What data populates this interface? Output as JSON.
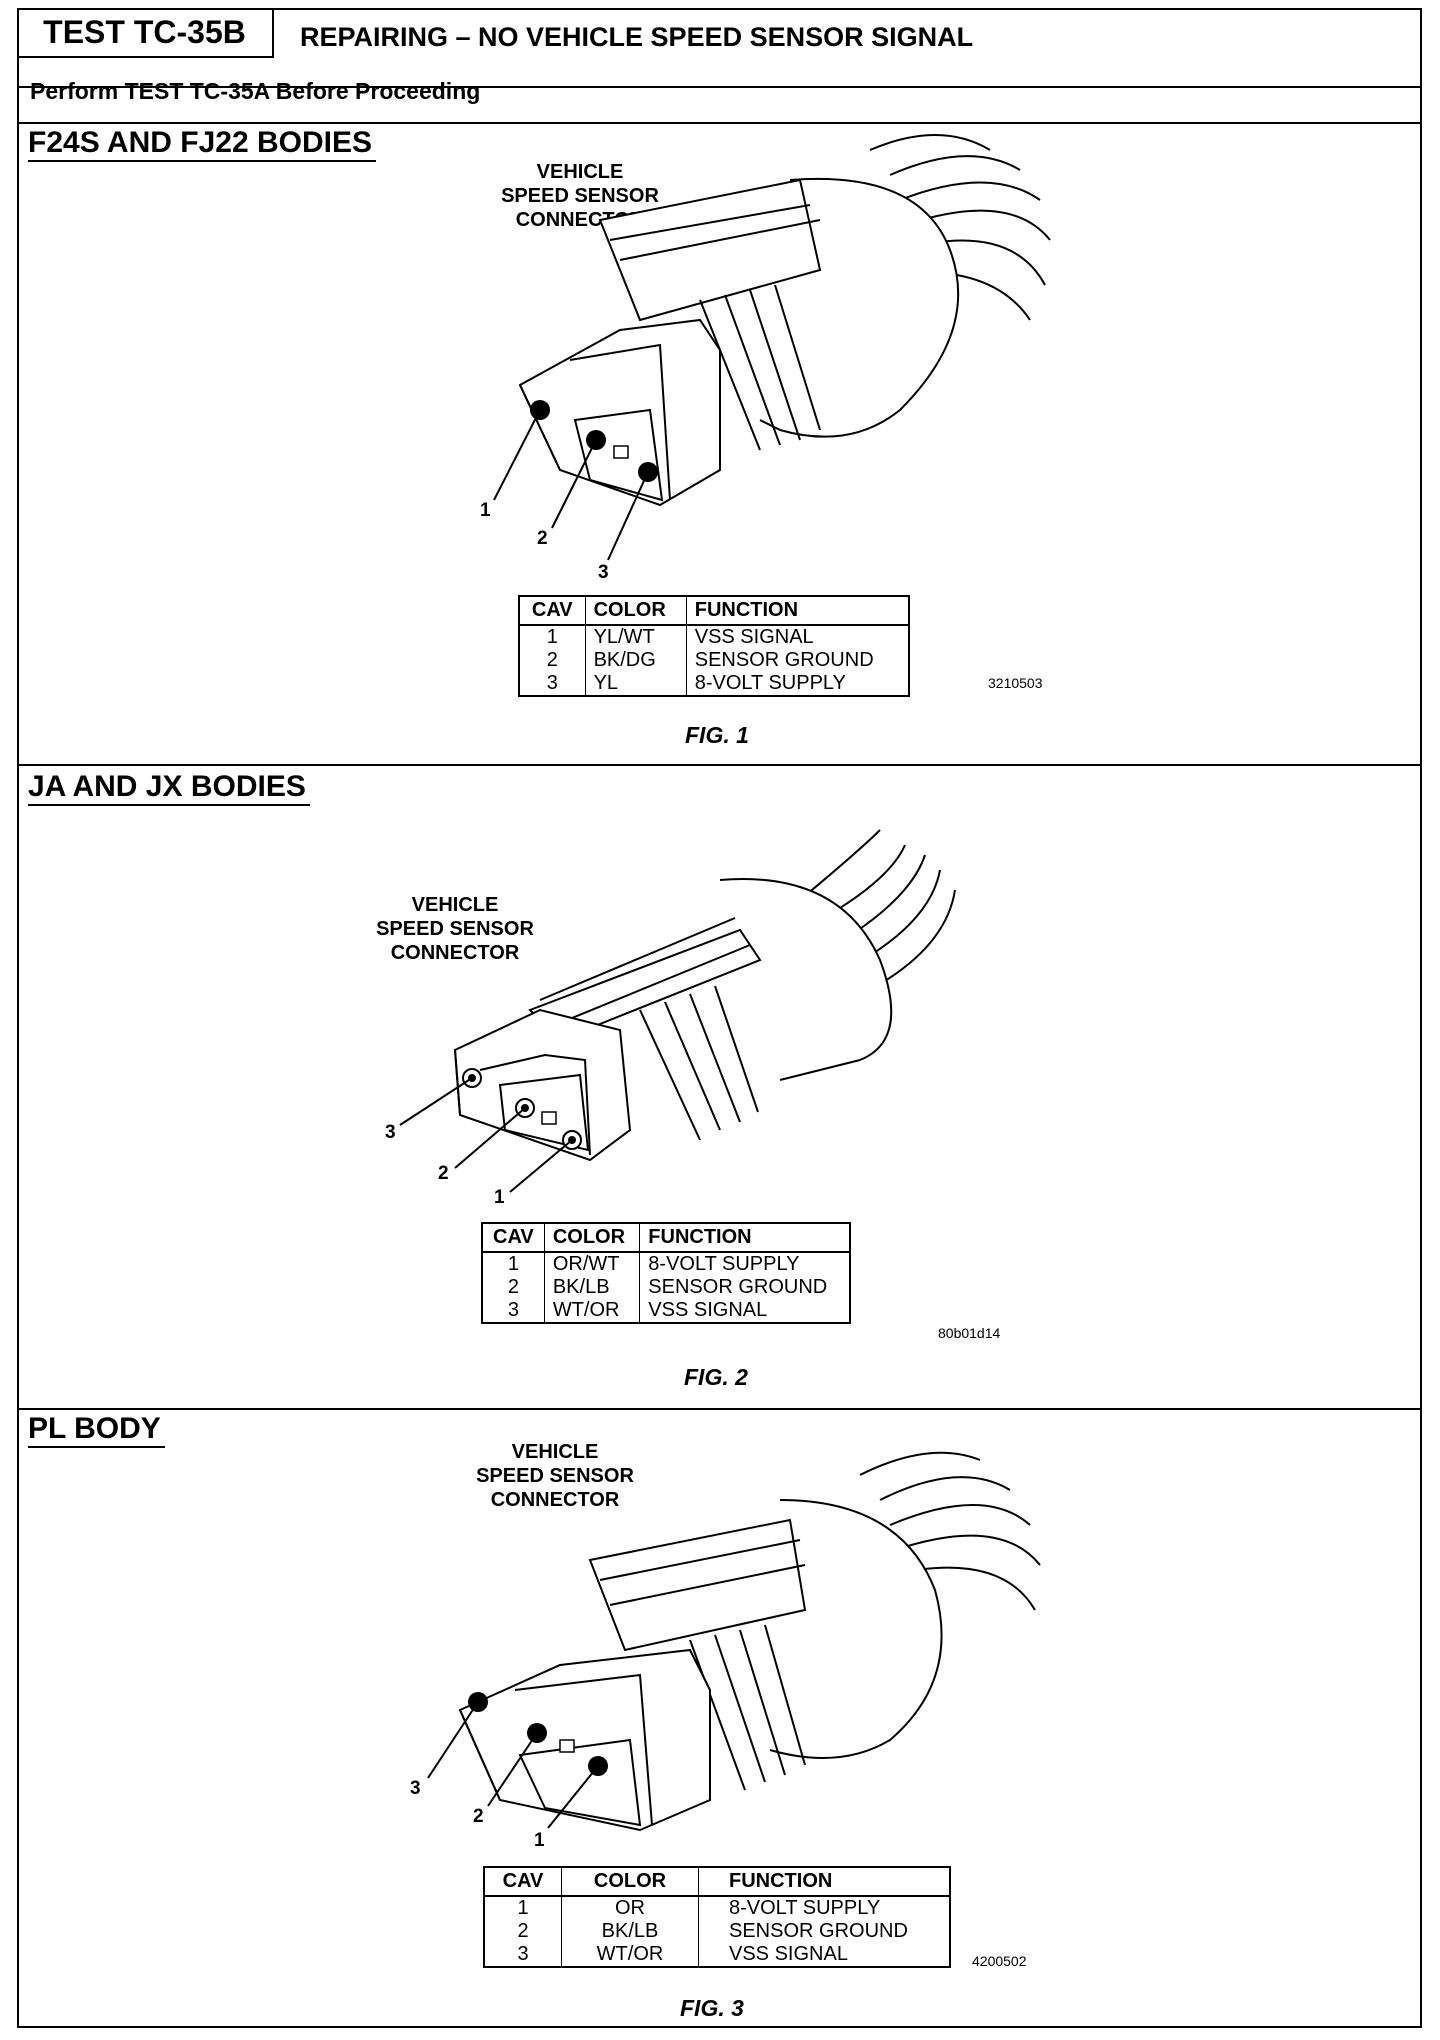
{
  "header": {
    "test_id": "TEST TC-35B",
    "title": "REPAIRING – NO VEHICLE SPEED SENSOR SIGNAL",
    "subtitle": "Perform TEST TC-35A Before Proceeding"
  },
  "sections": [
    {
      "heading": "F24S AND FJ22 BODIES",
      "callout": [
        "VEHICLE",
        "SPEED SENSOR",
        "CONNECTOR"
      ],
      "cavity_labels": [
        "1",
        "2",
        "3"
      ],
      "table_headers": [
        "CAV",
        "COLOR",
        "FUNCTION"
      ],
      "rows": [
        {
          "cav": "1",
          "color": "YL/WT",
          "function": "VSS SIGNAL"
        },
        {
          "cav": "2",
          "color": "BK/DG",
          "function": "SENSOR GROUND"
        },
        {
          "cav": "3",
          "color": "YL",
          "function": "8-VOLT SUPPLY"
        }
      ],
      "code": "3210503",
      "figure": "FIG. 1"
    },
    {
      "heading": "JA AND JX BODIES",
      "callout": [
        "VEHICLE",
        "SPEED SENSOR",
        "CONNECTOR"
      ],
      "cavity_labels": [
        "3",
        "2",
        "1"
      ],
      "table_headers": [
        "CAV",
        "COLOR",
        "FUNCTION"
      ],
      "rows": [
        {
          "cav": "1",
          "color": "OR/WT",
          "function": "8-VOLT SUPPLY"
        },
        {
          "cav": "2",
          "color": "BK/LB",
          "function": "SENSOR GROUND"
        },
        {
          "cav": "3",
          "color": "WT/OR",
          "function": "VSS SIGNAL"
        }
      ],
      "code": "80b01d14",
      "figure": "FIG. 2"
    },
    {
      "heading": "PL BODY",
      "callout": [
        "VEHICLE",
        "SPEED SENSOR",
        "CONNECTOR"
      ],
      "cavity_labels": [
        "3",
        "2",
        "1"
      ],
      "table_headers": [
        "CAV",
        "COLOR",
        "FUNCTION"
      ],
      "rows": [
        {
          "cav": "1",
          "color": "OR",
          "function": "8-VOLT SUPPLY"
        },
        {
          "cav": "2",
          "color": "BK/LB",
          "function": "SENSOR GROUND"
        },
        {
          "cav": "3",
          "color": "WT/OR",
          "function": "VSS SIGNAL"
        }
      ],
      "code": "4200502",
      "figure": "FIG. 3"
    }
  ]
}
